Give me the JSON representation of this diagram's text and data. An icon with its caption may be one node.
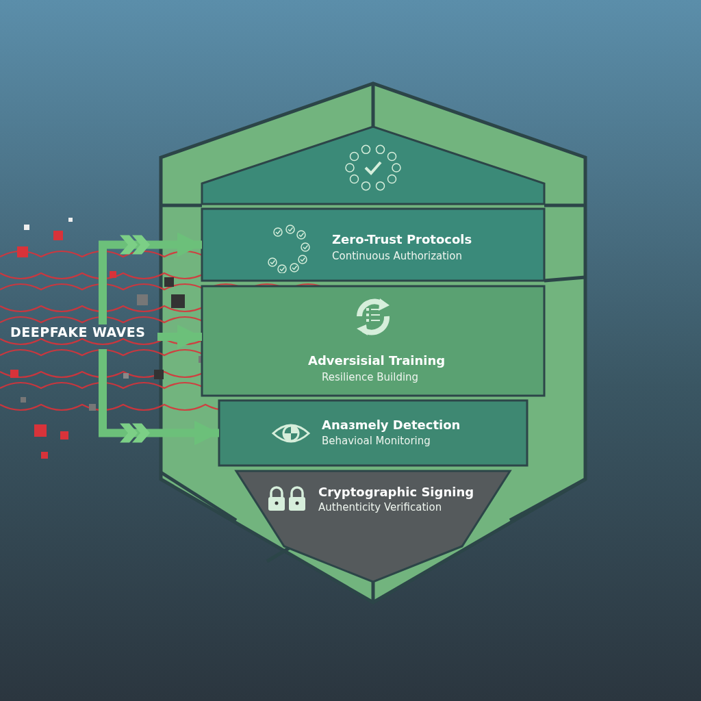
{
  "diagram": {
    "nodes": [
      {
        "text": [
          "DEEPFAKE WAVES"
        ]
      },
      {
        "text": [],
        "shape": "band"
      },
      {
        "text": [
          "Zero-Trust Protocols",
          "Continuous Authorization"
        ]
      },
      {
        "text": [
          "Adversisial Training",
          "Resilience Building"
        ]
      },
      {
        "text": [
          "Anaɜmely Detection",
          "Behavioal Monitoring"
        ]
      },
      {
        "text": [
          "Cryptographic Signing",
          "Authenticity Verification"
        ]
      }
    ],
    "edges": [
      {
        "from": 0,
        "to": 2,
        "arrow": "to"
      },
      {
        "from": 0,
        "to": 3,
        "arrow": "to"
      },
      {
        "from": 0,
        "to": 4,
        "arrow": "to"
      }
    ]
  }
}
